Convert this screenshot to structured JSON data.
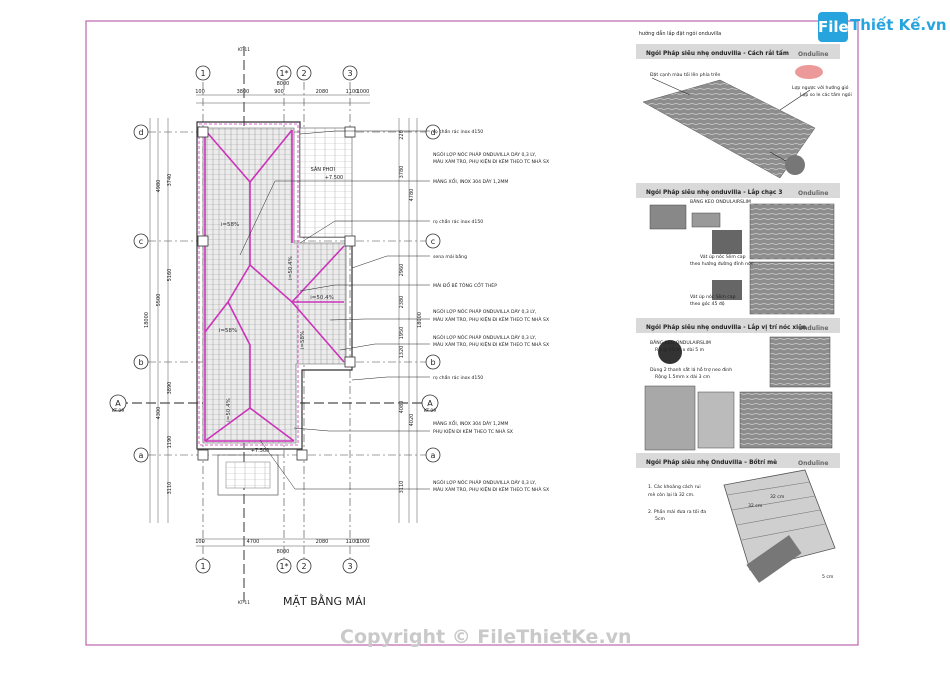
{
  "sheet": {
    "title": "MẶT BẰNG MÁI",
    "guide_title": "hướng dẫn lắp đặt ngói onduvilla",
    "copyright": "Copyright © FileThietKe.vn"
  },
  "logo": {
    "mark": "File",
    "text": "Thiết Kế.vn"
  },
  "grid": {
    "cols": [
      "1",
      "1*",
      "2",
      "3"
    ],
    "rows": [
      "d",
      "c",
      "b",
      "a"
    ],
    "top_dims": [
      "100",
      "3800",
      "900",
      "2080",
      "1100",
      "1000"
    ],
    "top_total": "8000",
    "bottom_dims": [
      "100",
      "4700",
      "2080",
      "1100",
      "1000"
    ],
    "bottom_total": "8000",
    "left_dims": [
      "3740",
      "4980",
      "5160",
      "3890",
      "4300",
      "1190",
      "3110"
    ],
    "left_total_a": "18000",
    "left_total_b": "5500",
    "right_dims": [
      "220",
      "3780",
      "4780",
      "2960",
      "2380",
      "1950",
      "1320",
      "4080",
      "4020",
      "3110"
    ],
    "right_total": "18000",
    "section_mark": "A",
    "section_sheet": "KT-09",
    "axis_sheet": "KT-11"
  },
  "plan": {
    "drying_yard": "SÂN PHƠI",
    "elev_top": "+7.500",
    "elev_bottom": "+7.500",
    "slopes": [
      "i=58%",
      "i=50.4%",
      "i=50.4%",
      "i=58%",
      "i=58%",
      "i=50.4%"
    ]
  },
  "annotations": [
    "rọ chắn rác inox d150",
    "NGÓI LỢP NÓC PHÁP ONDUVILLA DÀY 0,3 LY,",
    "MÀU XÁM TRO, PHỤ KIỆN ĐI KÈM THEO TC NHÀ SX",
    "MÁNG XỐI, INOX 304 DÀY 1,2MM",
    "rọ chắn rác inox d150",
    "sena mái bằng",
    "MÁI ĐỔ BÊ TÔNG CỐT THÉP",
    "NGÓI LỢP NÓC PHÁP ONDUVILLA DÀY 0,3 LY,",
    "MÀU XÁM TRO, PHỤ KIỆN ĐI KÈM THEO TC NHÀ SX",
    "NGÓI LỢP NÓC PHÁP ONDUVILLA DÀY 0,3 LY,",
    "MÀU XÁM TRO, PHỤ KIỆN ĐI KÈM THEO TC NHÀ SX",
    "rọ chắn rác inox d150",
    "MÁNG XỐI, INOX 304 DÀY 1,2MM",
    "PHỤ KIỆN ĐI KÈM THEO TC NHÀ SX",
    "NGÓI LỢP NÓC PHÁP ONDUVILLA DÀY 0,3 LY,",
    "MÀU XÁM TRO, PHỤ KIỆN ĐI KÈM THEO TC NHÀ SX"
  ],
  "guide": {
    "brand": "Onduline",
    "sections": [
      {
        "title": "Ngói Pháp siêu nhẹ onduvilla - Cách rải tấm",
        "labels": [
          "Đặt cạnh màu tối lên phía trên",
          "Lợp ngược với hướng gió",
          "Lợp so le các tấm ngói"
        ]
      },
      {
        "title": "Ngói Pháp siêu nhẹ onduvilla - Lắp chạc 3",
        "labels": [
          "BĂNG KEO ONDULAIRSLIM",
          "Vát úp nóc Slim cap",
          "theo hướng đường đỉnh nóc.",
          "Vát úp nóc Slim cap",
          "theo góc 45 độ"
        ]
      },
      {
        "title": "Ngói Pháp siêu nhẹ onduvilla - Lắp vị trí nóc xiên",
        "labels": [
          "BĂNG KEO ONDULAIRSLIM",
          "Rộng 15cm x dài 5 m",
          "Dùng 2 thanh sắt lá hỗ trợ neo đinh",
          "Rộng 1.5mm x dài 3 cm"
        ]
      },
      {
        "title": "Ngói Pháp siêu nhẹ Onduvilla – Bốtrí mè",
        "labels": [
          "1. Các khoảng cách rui",
          "mè còn lại là 32 cm.",
          "2. Phần mái đưa ra tối đa",
          "5cm",
          "32 cm",
          "32 cm",
          "5 cm"
        ]
      }
    ]
  },
  "colors": {
    "frame": "#b0449c",
    "grid": "#333333",
    "pink": "#cc33bb",
    "tile": "#7a7a7a",
    "guide_header": "#d9d9d9"
  }
}
